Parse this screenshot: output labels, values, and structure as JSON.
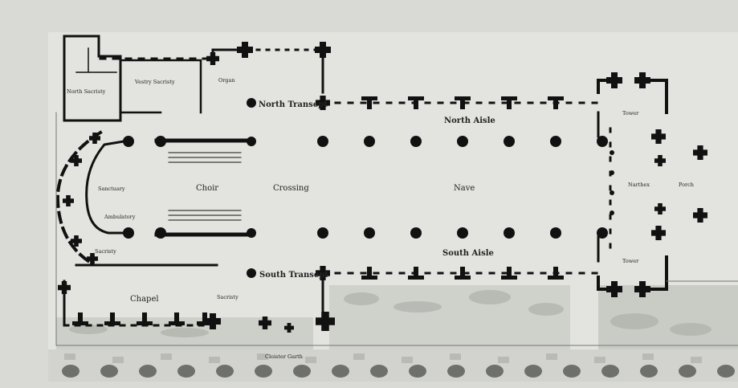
{
  "plan": {
    "labels": {
      "vestry_sacristy": "Vestry Sacristy",
      "north_transept": "North Transept",
      "north_aisle": "North Aisle",
      "south_aisle": "South Aisle",
      "south_transept": "South Transept",
      "choir": "Choir",
      "crossing": "Crossing",
      "nave": "Nave",
      "chapel": "Chapel",
      "sanctuary": "Sanctuary",
      "ambulatory": "Ambulatory",
      "tower_north": "Tower",
      "tower_south": "Tower",
      "porch": "Porch",
      "narthex": "Narthex",
      "north_sacristy": "North Sacristy",
      "organ": "Organ",
      "sacristy": "Sacristy",
      "cloister_garth": "Cloister Garth"
    }
  }
}
